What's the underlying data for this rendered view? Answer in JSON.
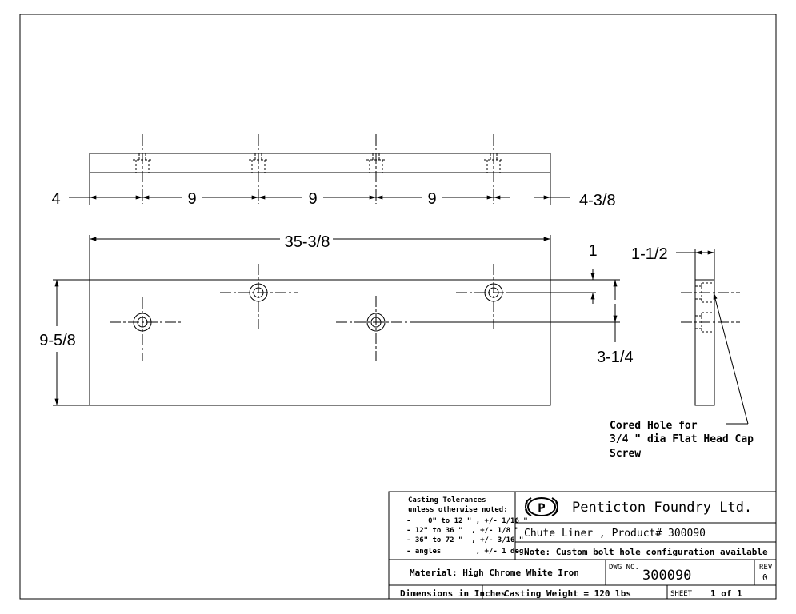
{
  "dimensions": {
    "top_left_offset": "4",
    "spacing_1": "9",
    "spacing_2": "9",
    "spacing_3": "9",
    "top_right_offset": "4-3/8",
    "overall_length": "35-3/8",
    "height": "9-5/8",
    "thickness": "1",
    "hole_row_spacing": "3-1/4",
    "side_width": "1-1/2"
  },
  "callout": {
    "line1": "Cored Hole for",
    "line2": "3/4 \" dia Flat Head Cap",
    "line3": "Screw"
  },
  "title_block": {
    "tolerances": {
      "heading": "Casting Tolerances",
      "subheading": "unless otherwise noted:",
      "row1": "-    0\" to 12 \" , +/- 1/16 \"",
      "row2": "- 12\" to 36 \"  , +/- 1/8 \"",
      "row3": "- 36\" to 72 \"  , +/- 3/16 \"",
      "row4": "- angles        , +/- 1 deg."
    },
    "company": "Penticton Foundry Ltd.",
    "logo_letter": "P",
    "part_title": "Chute Liner , Product# 300090",
    "note": "Note: Custom bolt hole configuration available",
    "material": "Material: High Chrome White Iron",
    "dwg_no_label": "DWG NO.",
    "dwg_no": "300090",
    "rev_label": "REV",
    "rev": "0",
    "units": "Dimensions in Inches",
    "weight": "Casting Weight = 120 lbs",
    "sheet_label": "SHEET",
    "sheet": "1 of 1"
  }
}
